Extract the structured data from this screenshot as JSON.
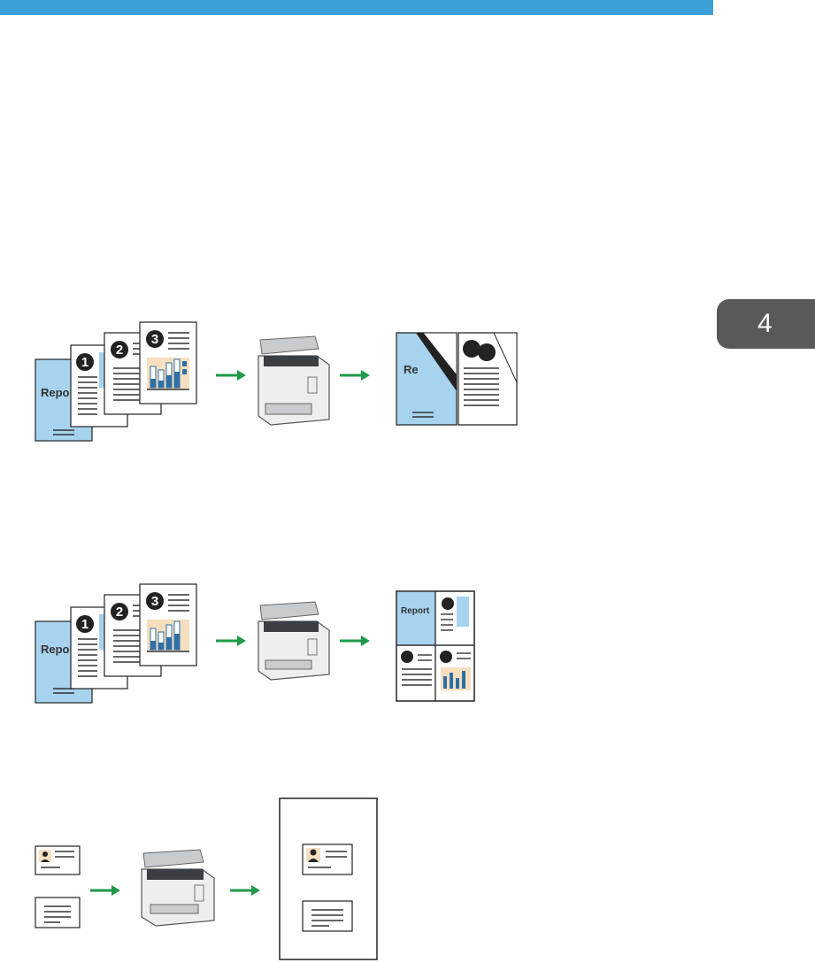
{
  "header": {
    "accent_color": "#3b9fd8"
  },
  "chapter_tab": {
    "number": "4",
    "color": "#595959"
  },
  "figures": {
    "duplex": {
      "report_label": "Repo",
      "output_label": "Re",
      "page_numbers": [
        "1",
        "2",
        "3"
      ]
    },
    "combine": {
      "report_label": "Repo",
      "output_report_label": "Report",
      "page_numbers": [
        "1",
        "2",
        "3"
      ]
    },
    "id_card": {}
  },
  "colors": {
    "document_blue": "#a7d3ef",
    "arrow_green": "#1f9a4a",
    "chart_tan": "#f6dfbf",
    "chart_bar": "#2e6fa6"
  }
}
